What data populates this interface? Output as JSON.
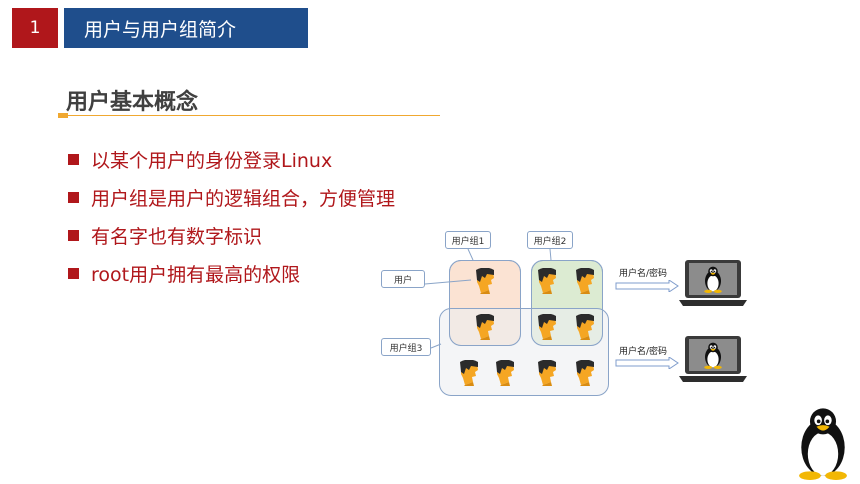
{
  "header": {
    "number": "1",
    "title": "用户与用户组简介"
  },
  "section": {
    "title": "用户基本概念"
  },
  "bullets": [
    "以某个用户的身份登录Linux",
    "用户组是用户的逻辑组合，方便管理",
    "有名字也有数字标识",
    "root用户拥有最高的权限"
  ],
  "diagram": {
    "user_label": "用户",
    "group1_label": "用户组1",
    "group2_label": "用户组2",
    "group3_label": "用户组3",
    "arrow1_label": "用户名/密码",
    "arrow2_label": "用户名/密码"
  },
  "colors": {
    "accent_red": "#b0171b",
    "header_blue": "#1f4e8c",
    "rule_orange": "#f0a830"
  }
}
